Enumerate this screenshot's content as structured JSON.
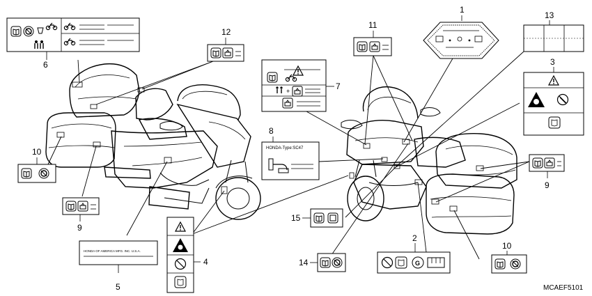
{
  "diagram_code": "MCAEF5101",
  "callouts": {
    "n1": "1",
    "n2": "2",
    "n3": "3",
    "n4": "4",
    "n5": "5",
    "n6": "6",
    "n7": "7",
    "n8": "8",
    "n9a": "9",
    "n9b": "9",
    "n10a": "10",
    "n10b": "10",
    "n11": "11",
    "n12": "12",
    "n13": "13",
    "n14": "14",
    "n15": "15"
  },
  "label_texts": {
    "label5": "HONDA OF AMERICA MFG. INC. U.S.A.",
    "label8": "HONDA-Type:SC47"
  },
  "icons": [
    "manual-book-icon",
    "tire-pressure-icon",
    "helmet-icon",
    "motorcycle-icon",
    "warning-triangle-icon",
    "no-symbol-icon",
    "fuel-pump-icon",
    "fuse-icon",
    "passenger-icon",
    "cargo-icon"
  ]
}
